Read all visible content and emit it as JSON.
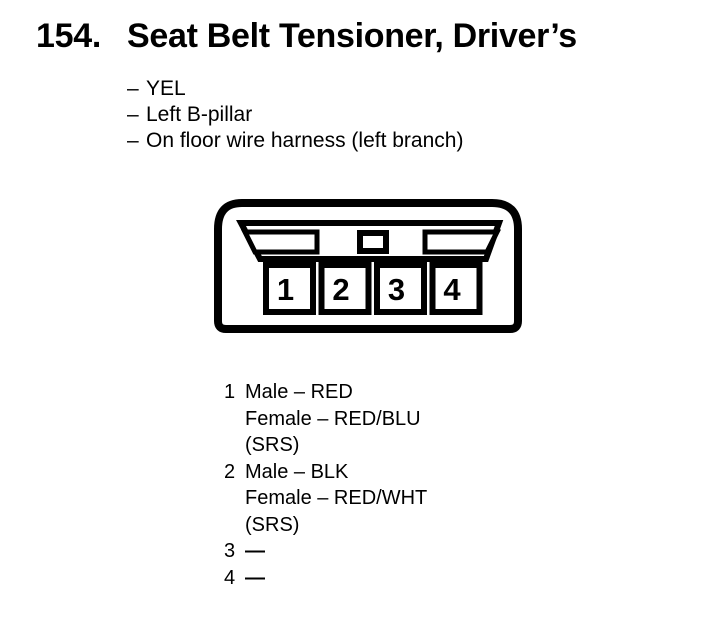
{
  "page": {
    "background": "#ffffff",
    "ink": "#000000"
  },
  "heading": {
    "number": "154.",
    "title": "Seat Belt Tensioner, Driver’s"
  },
  "notes": {
    "dash": "–",
    "items": [
      "YEL",
      "Left B-pillar",
      "On floor wire harness (left branch)"
    ]
  },
  "connector": {
    "description": "4-cavity connector, front view",
    "pin_labels": [
      "1",
      "2",
      "3",
      "4"
    ]
  },
  "pins": [
    {
      "number": "1",
      "lines": [
        "Male – RED",
        "Female – RED/BLU",
        "(SRS)"
      ]
    },
    {
      "number": "2",
      "lines": [
        "Male – BLK",
        "Female – RED/WHT",
        "(SRS)"
      ]
    },
    {
      "number": "3",
      "lines": [
        "—"
      ]
    },
    {
      "number": "4",
      "lines": [
        "—"
      ]
    }
  ]
}
